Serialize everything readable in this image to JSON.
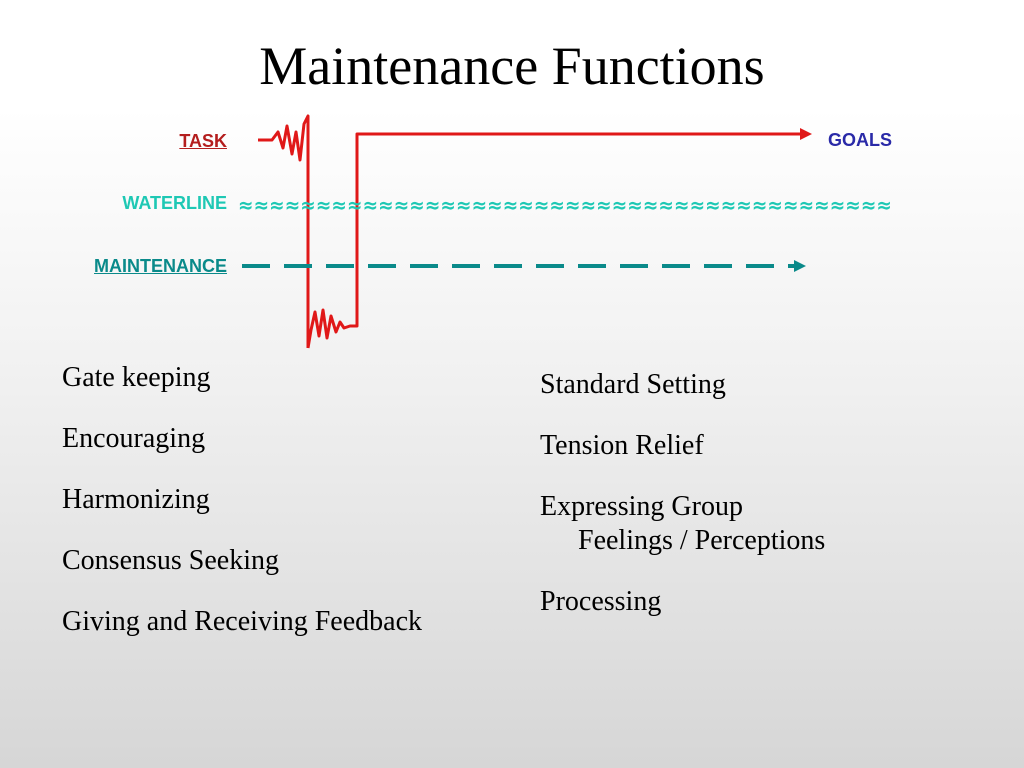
{
  "slide": {
    "title": "Maintenance Functions"
  },
  "diagram": {
    "labels": {
      "task": "TASK",
      "goals": "GOALS",
      "waterline": "WATERLINE",
      "maintenance": "MAINTENANCE"
    },
    "waterline_glyphs": "≈≈≈≈≈≈≈≈≈≈≈≈≈≈≈≈≈≈≈≈≈≈≈≈≈≈≈≈≈≈≈≈≈≈≈≈≈≈≈≈≈≈",
    "colors": {
      "task": "#b41e1e",
      "task_line": "#e01818",
      "waterline": "#1ec8b4",
      "maintenance": "#0a8a8a",
      "goals": "#2a2aa8"
    }
  },
  "lists": {
    "left": [
      "Gate keeping",
      "Encouraging",
      "Harmonizing",
      "Consensus Seeking",
      "Giving and Receiving Feedback"
    ],
    "right": [
      "Standard Setting",
      "Tension Relief",
      "Expressing Group",
      "Feelings / Perceptions",
      "Processing"
    ]
  }
}
